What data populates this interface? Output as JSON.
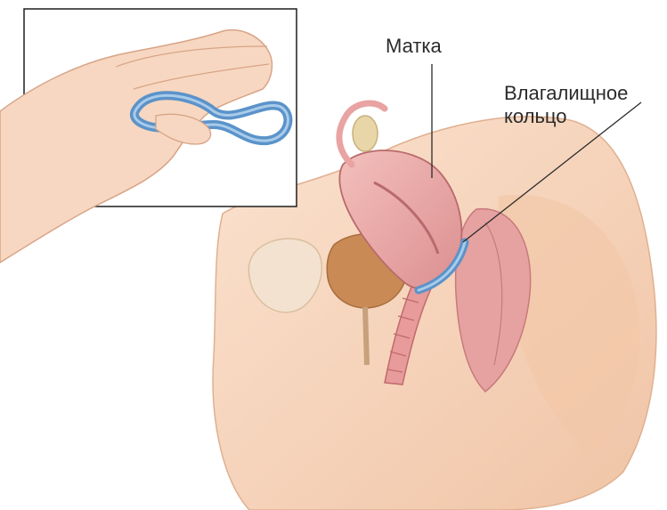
{
  "labels": {
    "uterus": "Матка",
    "ring_line1": "Влагалищное",
    "ring_line2": "кольцо"
  },
  "colors": {
    "skin": "#f6d2b8",
    "skin_shadow": "#eab896",
    "uterus": "#eaa4a2",
    "uterus_dark": "#d27e80",
    "bladder": "#c98a55",
    "ring": "#5b93c9",
    "ring_light": "#a9cbea",
    "leader": "#2b2b2b",
    "inset_frame": "#1f1f1f"
  }
}
